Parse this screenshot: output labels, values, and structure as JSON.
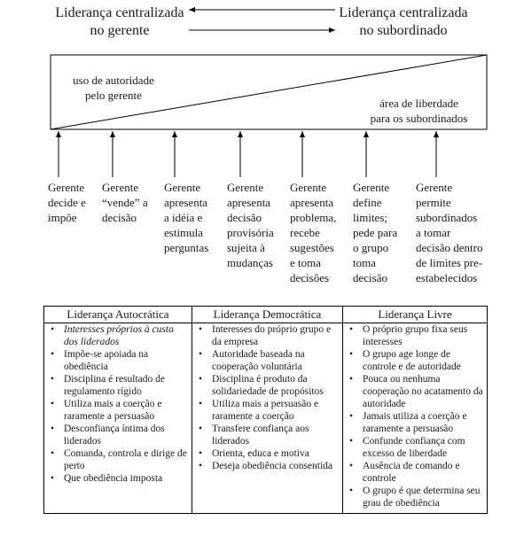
{
  "header": {
    "left": [
      "Liderança centralizada",
      "no gerente"
    ],
    "right": [
      "Liderança centralizada",
      "no subordinado"
    ]
  },
  "box": {
    "authority": [
      "uso de autoridade",
      "pelo gerente"
    ],
    "freedom": [
      "área de liberdade",
      "para os subordinados"
    ]
  },
  "continuum": [
    [
      "Gerente",
      "decide e",
      "impõe"
    ],
    [
      "Gerente",
      "“vende” a",
      "decisão"
    ],
    [
      "Gerente",
      "apresenta",
      "a idéia e",
      "estimula",
      "perguntas"
    ],
    [
      "Gerente",
      "apresenta",
      "decisão",
      "provisória",
      "sujeita à",
      "mudanças"
    ],
    [
      "Gerente",
      "apresenta",
      "problema,",
      "recebe",
      "sugestões",
      "e toma",
      "decisões"
    ],
    [
      "Gerente",
      "define",
      "limites;",
      "pede para",
      "o grupo",
      "toma",
      "decisão"
    ],
    [
      "Gerente",
      "permite",
      "subordinados",
      "a tomar",
      "decisão dentro",
      "de limites pre-",
      "estabelecidos"
    ]
  ],
  "table": {
    "headers": [
      "Liderança Autocrática",
      "Liderança Democrática",
      "Liderança Livre"
    ],
    "autocratica": [
      "Interesses próprios à custa dos liderados",
      "Impõe-se apoiada na obediência",
      "Disciplina é resultado de regulamento rígido",
      "Utiliza mais a coerção e raramente a persuasão",
      "Desconfiança íntima dos liderados",
      "Comanda, controla e dirige de perto",
      "Que obediência imposta"
    ],
    "democratica": [
      "Interesses do próprio grupo e da empresa",
      "Autoridade baseada na cooperação voluntária",
      "Disciplina é produto da solidariedade de propósitos",
      "Utiliza mais a persuasão e raramente a coerção",
      "Transfere confiança aos liderados",
      "Orienta, educa e motiva",
      "Deseja obediência consentida"
    ],
    "livre": [
      "O próprio grupo fixa seus interesses",
      "O grupo age longe de controle e de autoridade",
      "Pouca ou nenhuma cooperação no acatamento da autoridade",
      "Jamais utiliza a coerção e raramente a persuasão",
      "Confunde confiança com excesso de liberdade",
      "Ausência de comando e controle",
      "O grupo é que determina seu grau de obediência"
    ]
  }
}
